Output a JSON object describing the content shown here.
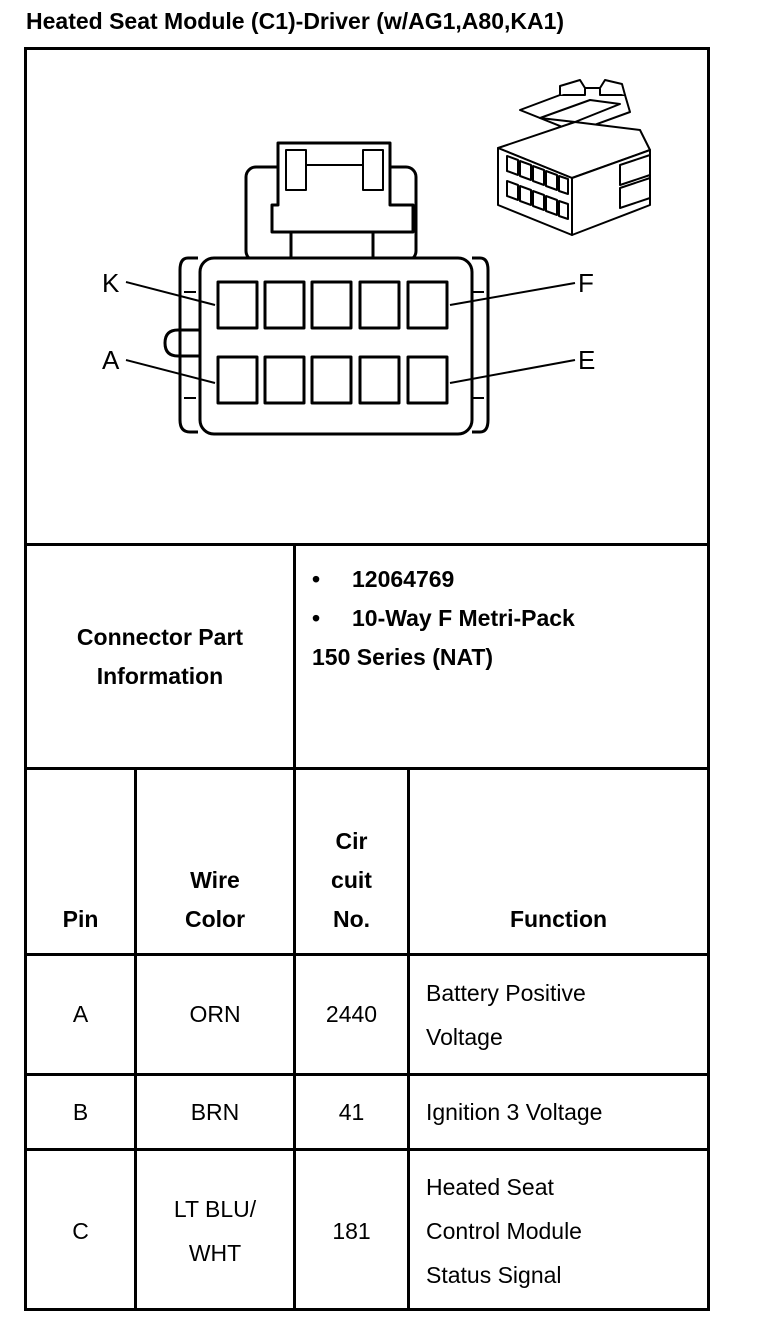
{
  "title": "Heated Seat Module (C1)-Driver (w/AG1,A80,KA1)",
  "diagram": {
    "callouts": {
      "top_left": "K",
      "top_right": "F",
      "bottom_left": "A",
      "bottom_right": "E"
    }
  },
  "connector_info": {
    "label_line1": "Connector Part",
    "label_line2": "Information",
    "bullet": "•",
    "part_number": "12064769",
    "description_line1": "10-Way F Metri-Pack",
    "description_line2": "150 Series (NAT)"
  },
  "table": {
    "headers": {
      "pin": "Pin",
      "wire_color_1": "Wire",
      "wire_color_2": "Color",
      "circuit_1": "Cir",
      "circuit_2": "cuit",
      "circuit_3": "No.",
      "function": "Function"
    },
    "rows": [
      {
        "pin": "A",
        "wire_1": "ORN",
        "wire_2": "",
        "circuit": "2440",
        "function_1": "Battery Positive",
        "function_2": "Voltage",
        "function_3": ""
      },
      {
        "pin": "B",
        "wire_1": "BRN",
        "wire_2": "",
        "circuit": "41",
        "function_1": "Ignition 3 Voltage",
        "function_2": "",
        "function_3": ""
      },
      {
        "pin": "C",
        "wire_1": "LT BLU/",
        "wire_2": "WHT",
        "circuit": "181",
        "function_1": "Heated Seat",
        "function_2": "Control Module",
        "function_3": "Status Signal"
      }
    ]
  }
}
